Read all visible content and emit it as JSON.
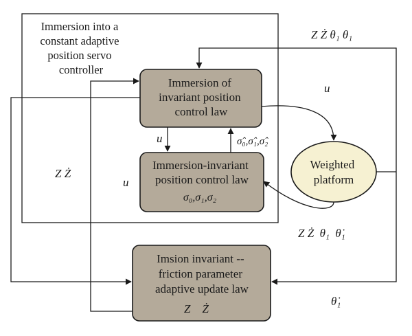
{
  "diagram": {
    "outer_frame_label": [
      "Immersion into a",
      "constant adaptive",
      "position servo",
      "controller"
    ],
    "blocks": {
      "immersion_law": [
        "Immersion of",
        "invariant position",
        "control law"
      ],
      "ii_position_law": [
        "Immersion-invariant",
        "position control law"
      ],
      "ii_position_law_params": "σ₀,σ₁,σ₂",
      "weighted_platform": [
        "Weighted",
        "platform"
      ],
      "friction_update_law": [
        "Imsion invariant --",
        "friction parameter",
        "adaptive update law"
      ],
      "friction_update_vars": "Z    Ż"
    },
    "signals": {
      "top_right": "Z Ż θ₁ θ₁",
      "u_to_platform": "u",
      "u_down": "u",
      "u_left": "u",
      "sigma_hats": "σ̂₀,σ̂₁,σ̂₂",
      "z_zdot_left": "Z Ż",
      "feedback_mid": "Z Ż  θ₁  θ̇₁",
      "theta_dot_bottom": "θ̇₁"
    },
    "colors": {
      "block_fill": "#b4aa9a",
      "platform_fill": "#f6f1d2",
      "line": "#1a1a1a"
    }
  }
}
